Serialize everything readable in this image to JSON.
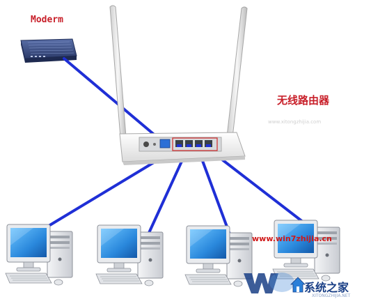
{
  "labels": {
    "modem": "Moderm",
    "router": "无线路由器"
  },
  "watermark": {
    "site_url": "www.win7zhijia.cn",
    "brand_text": "系统之家",
    "small_text": "XITONGZHIJIA.NET",
    "faint_url": "www.xitongzhijia.com"
  },
  "colors": {
    "cable": "#1f2fd6",
    "label_red": "#c8202a",
    "router_body": "#f2f2f2",
    "antenna": "#e6e6e6",
    "modem": "#3b4e86",
    "monitor_screen": "#2d8fe0",
    "computer_case": "#e4e6ea"
  },
  "icons": [
    "modem-icon",
    "router-icon",
    "computer-icon",
    "windows-logo-icon",
    "home-icon"
  ]
}
